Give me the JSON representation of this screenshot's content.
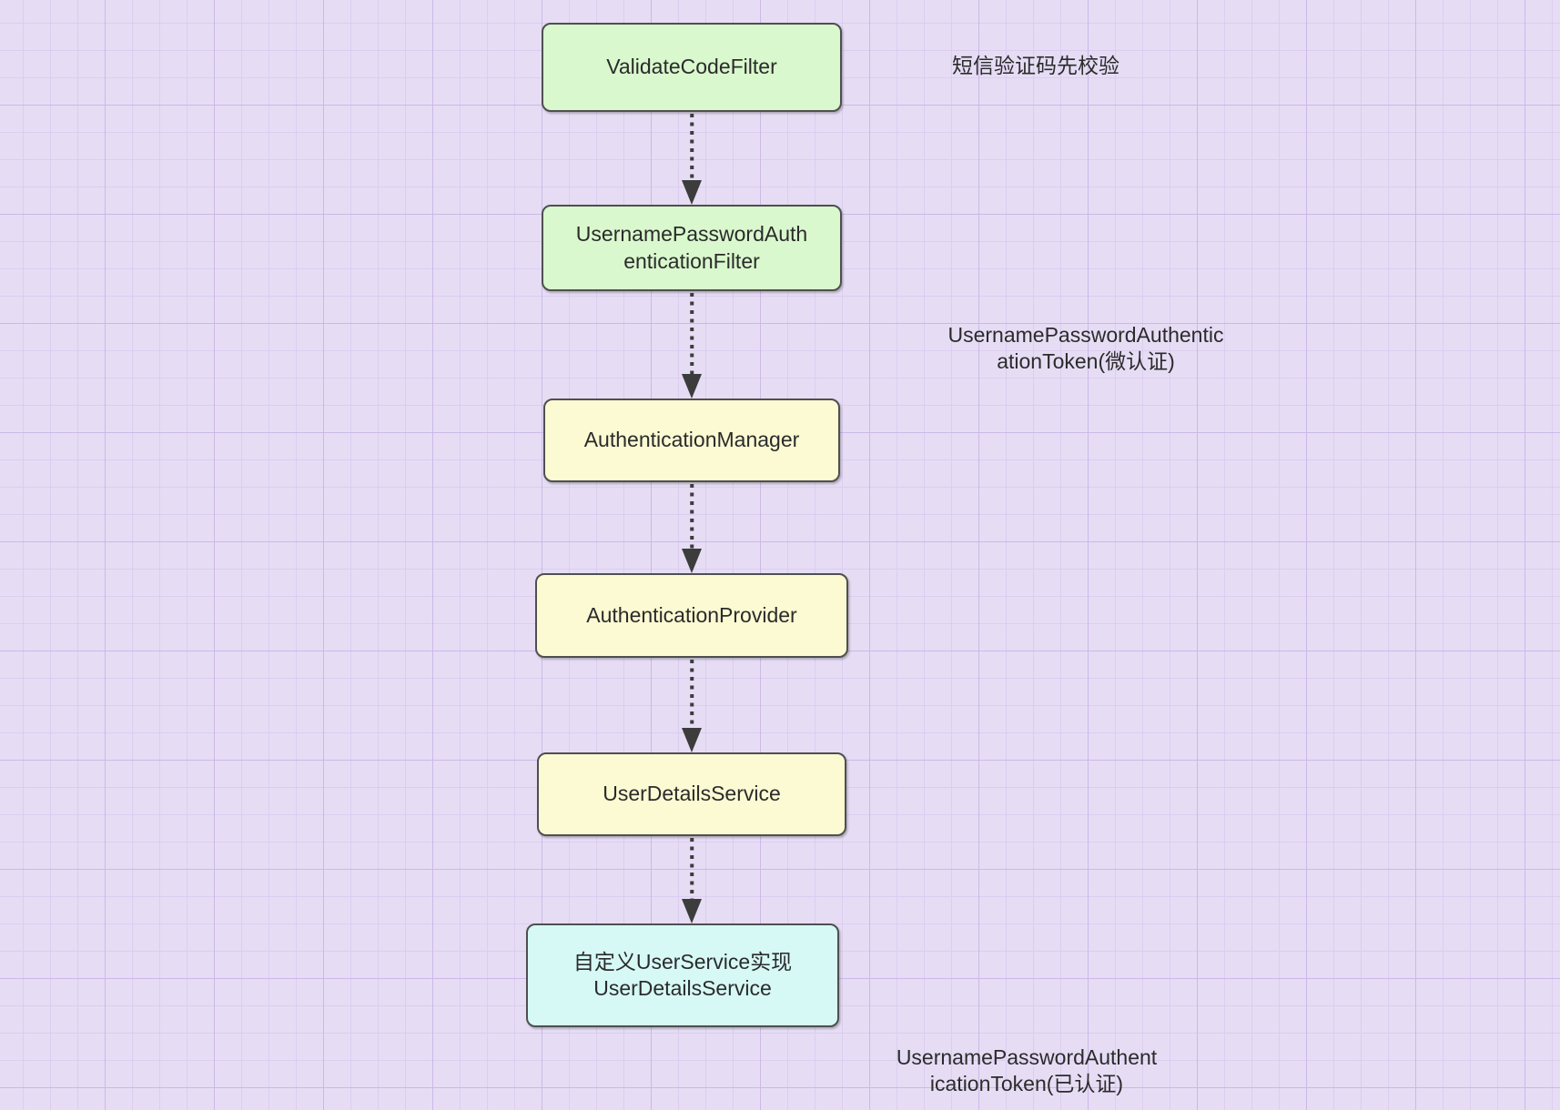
{
  "diagram": {
    "type": "flowchart",
    "description": "Spring Security SMS code authentication filter chain flow on purple grid canvas",
    "colors": {
      "background": "#e6ddf5",
      "grid_minor_line": "#dbcdf0",
      "grid_major_line": "#ccb8e8",
      "node_border": "#4f4f4f",
      "node_text": "#2b2b2b",
      "arrow": "#3c3c3c",
      "green_fill": "#d9f8cd",
      "yellow_fill": "#fcfad3",
      "cyan_fill": "#d6f9f6"
    },
    "nodes": [
      {
        "id": "validate-code-filter",
        "label": "ValidateCodeFilter",
        "color": "green"
      },
      {
        "id": "username-password-authentication-filter",
        "label": "UsernamePasswordAuthenticationFilter",
        "lines": [
          "UsernamePasswordAuth",
          "enticationFilter"
        ],
        "color": "green"
      },
      {
        "id": "authentication-manager",
        "label": "AuthenticationManager",
        "color": "yellow"
      },
      {
        "id": "authentication-provider",
        "label": "AuthenticationProvider",
        "color": "yellow"
      },
      {
        "id": "user-details-service",
        "label": "UserDetailsService",
        "color": "yellow"
      },
      {
        "id": "custom-user-service",
        "label": "自定义UserService实现UserDetailsService",
        "lines": [
          "自定义UserService实现",
          "UserDetailsService"
        ],
        "color": "cyan"
      }
    ],
    "edges": [
      {
        "from": "validate-code-filter",
        "to": "username-password-authentication-filter",
        "style": "dotted",
        "arrowhead": "solid-triangle"
      },
      {
        "from": "username-password-authentication-filter",
        "to": "authentication-manager",
        "style": "dotted",
        "arrowhead": "solid-triangle"
      },
      {
        "from": "authentication-manager",
        "to": "authentication-provider",
        "style": "dotted",
        "arrowhead": "solid-triangle"
      },
      {
        "from": "authentication-provider",
        "to": "user-details-service",
        "style": "dotted",
        "arrowhead": "solid-triangle"
      },
      {
        "from": "user-details-service",
        "to": "custom-user-service",
        "style": "dotted",
        "arrowhead": "solid-triangle"
      }
    ],
    "annotations": [
      {
        "id": "sms-note",
        "label": "短信验证码先校验"
      },
      {
        "id": "token-unauthenticated-note",
        "label": "UsernamePasswordAuthenticationToken(微认证)",
        "lines": [
          "UsernamePasswordAuthentic",
          "ationToken(微认证)"
        ]
      },
      {
        "id": "token-authenticated-note",
        "label": "UsernamePasswordAuthenticationToken(已认证)",
        "lines": [
          "UsernamePasswordAuthent",
          "icationToken(已认证)"
        ]
      }
    ]
  }
}
